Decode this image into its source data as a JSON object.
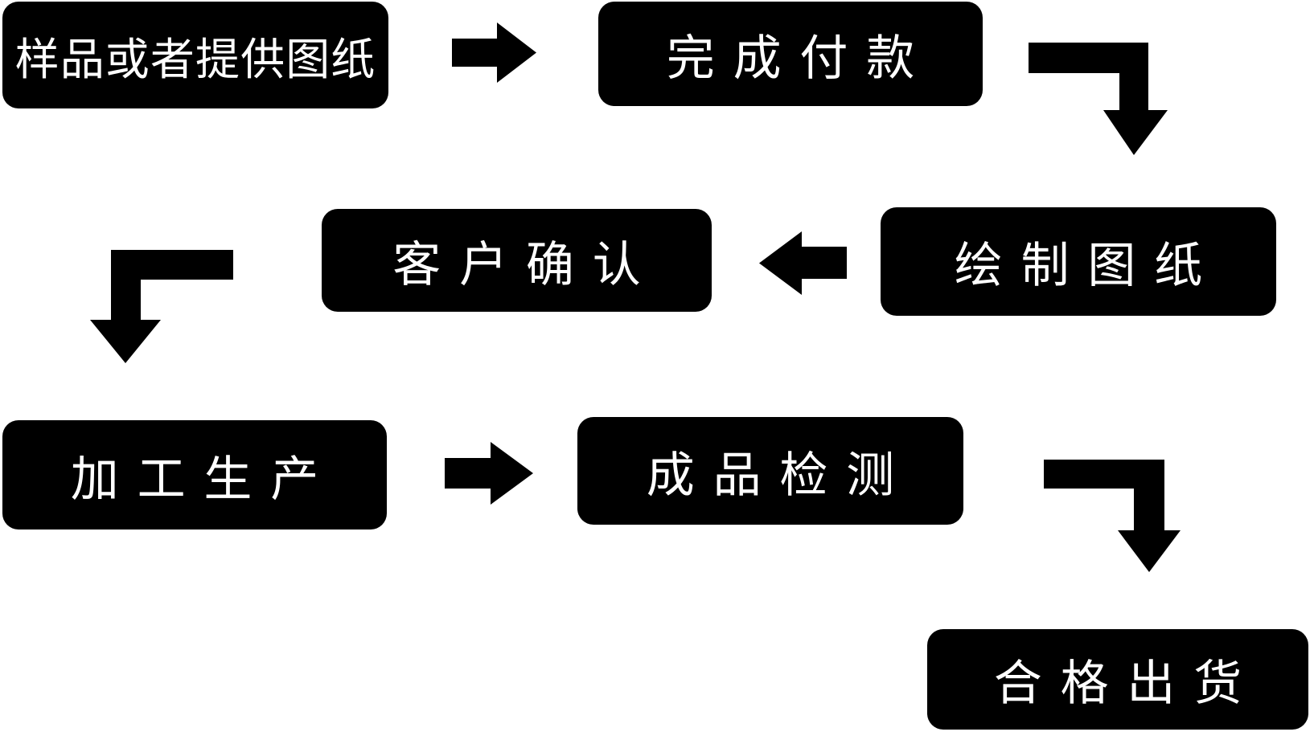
{
  "diagram": {
    "title_hint": "production-order-process-flowchart",
    "background_color": "#ffffff",
    "node_fill_color": "#000000",
    "node_text_color": "#ffffff",
    "connector_color": "#000000",
    "nodes": [
      {
        "id": "step-1",
        "label": "样品或者提供图纸"
      },
      {
        "id": "step-2",
        "label": "完成付款"
      },
      {
        "id": "step-3",
        "label": "绘制图纸"
      },
      {
        "id": "step-4",
        "label": "客户确认"
      },
      {
        "id": "step-5",
        "label": "加工生产"
      },
      {
        "id": "step-6",
        "label": "成品检测"
      },
      {
        "id": "step-7",
        "label": "合格出货"
      }
    ],
    "connectors": [
      {
        "from": "step-1",
        "to": "step-2",
        "type": "arrow-right"
      },
      {
        "from": "step-2",
        "to": "step-3",
        "type": "elbow-right-down"
      },
      {
        "from": "step-3",
        "to": "step-4",
        "type": "arrow-left"
      },
      {
        "from": "step-4",
        "to": "step-5",
        "type": "elbow-left-down"
      },
      {
        "from": "step-5",
        "to": "step-6",
        "type": "arrow-right"
      },
      {
        "from": "step-6",
        "to": "step-7",
        "type": "elbow-right-down"
      }
    ]
  }
}
